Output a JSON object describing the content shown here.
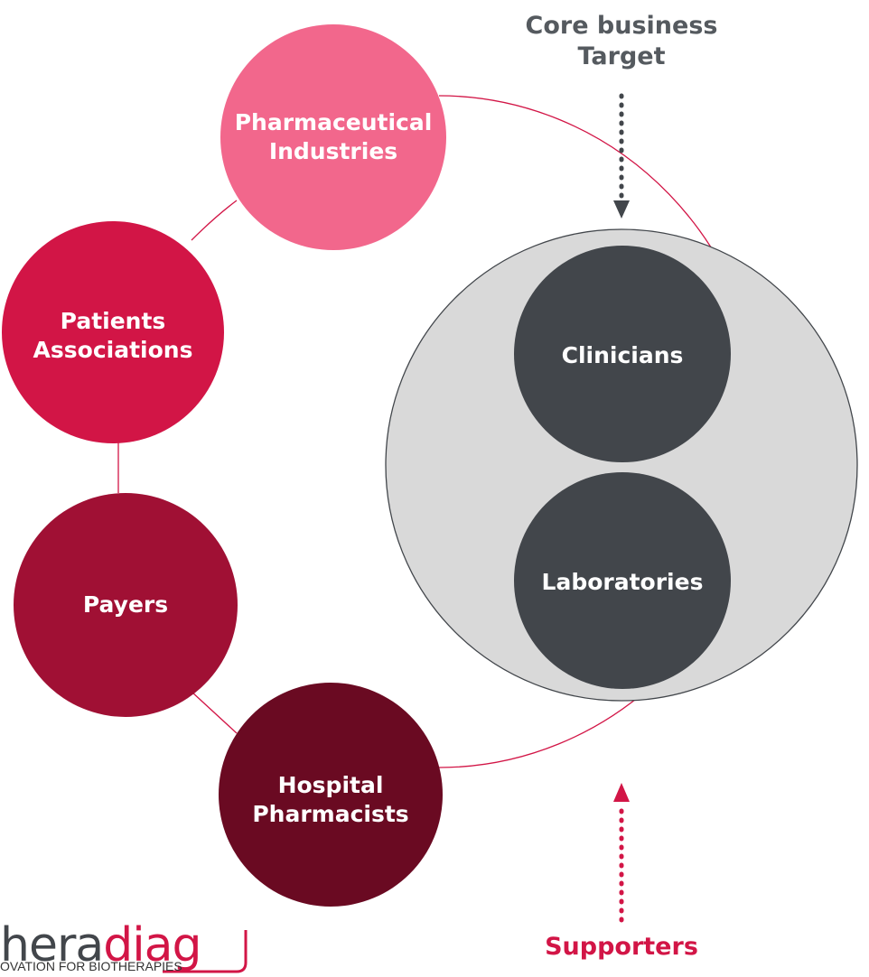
{
  "nodes": {
    "pharmaceutical_industries": {
      "line1": "Pharmaceutical",
      "line2": "Industries"
    },
    "patients_associations": {
      "line1": "Patients",
      "line2": "Associations"
    },
    "payers": {
      "line1": "Payers"
    },
    "hospital_pharmacists": {
      "line1": "Hospital",
      "line2": "Pharmacists"
    },
    "clinicians": {
      "line1": "Clinicians"
    },
    "laboratories": {
      "line1": "Laboratories"
    }
  },
  "callouts": {
    "core_target": {
      "line1": "Core business",
      "line2": "Target"
    },
    "supporters": {
      "line1": "Supporters"
    }
  },
  "logo": {
    "word_part1": "hera",
    "word_part2": "diag",
    "tagline": "OVATION FOR BIOTHERAPIES"
  },
  "colors": {
    "pharma": "#f2678c",
    "patients": "#d21546",
    "payers": "#a01034",
    "hospital": "#6a0a22",
    "core_dark": "#42464b",
    "core_bg": "#d9d9d9",
    "orbit_line": "#d21546",
    "dark_text": "#555a5f",
    "supporters_text": "#d21546",
    "logo_dark": "#42464b"
  }
}
